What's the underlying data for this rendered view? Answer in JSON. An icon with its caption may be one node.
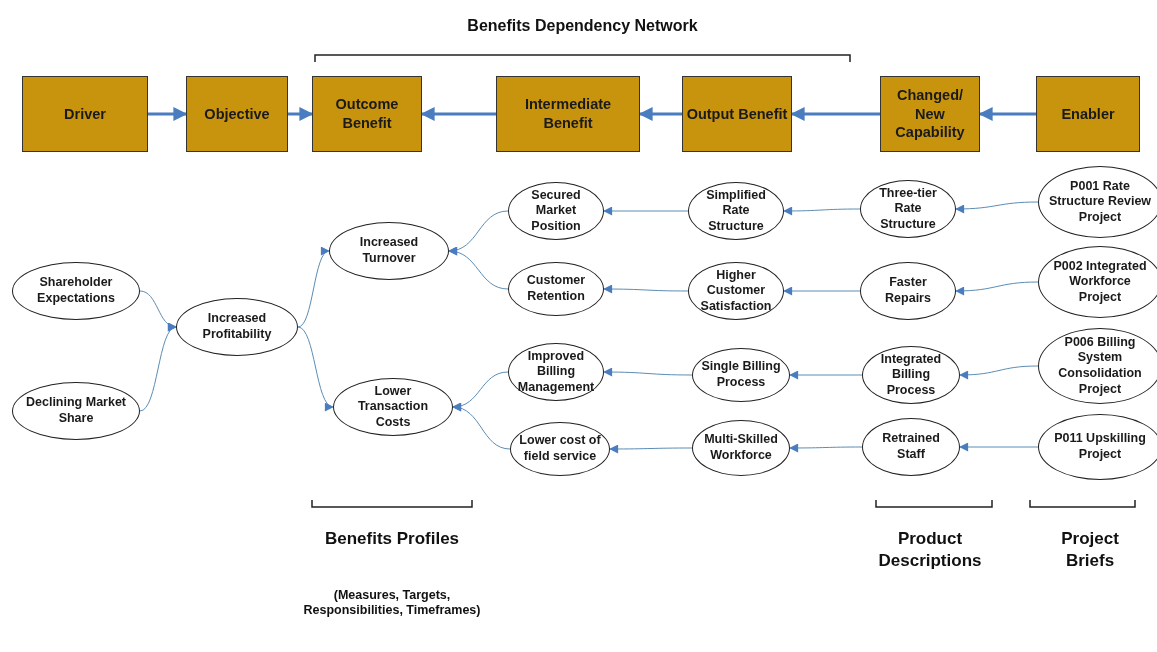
{
  "diagram": {
    "title": "Benefits Dependency Network",
    "nodes": [
      {
        "text": [
          "Driver"
        ]
      },
      {
        "text": [
          "Objective"
        ]
      },
      {
        "text": [
          "Outcome Benefit"
        ]
      },
      {
        "text": [
          "Intermediate Benefit"
        ]
      },
      {
        "text": [
          "Output Benefit"
        ]
      },
      {
        "text": [
          "Changed/ New Capability"
        ]
      },
      {
        "text": [
          "Enabler"
        ]
      },
      {
        "text": [
          "Shareholder Expectations"
        ]
      },
      {
        "text": [
          "Declining Market Share"
        ]
      },
      {
        "text": [
          "Increased Profitability"
        ]
      },
      {
        "text": [
          "Increased Turnover"
        ]
      },
      {
        "text": [
          "Lower Transaction Costs"
        ]
      },
      {
        "text": [
          "Secured Market Position"
        ]
      },
      {
        "text": [
          "Customer Retention"
        ]
      },
      {
        "text": [
          "Improved Billing Management"
        ]
      },
      {
        "text": [
          "Lower cost of field service"
        ]
      },
      {
        "text": [
          "Simplified Rate Structure"
        ]
      },
      {
        "text": [
          "Higher Customer Satisfaction"
        ]
      },
      {
        "text": [
          "Single Billing Process"
        ]
      },
      {
        "text": [
          "Multi-Skilled Workforce"
        ]
      },
      {
        "text": [
          "Three-tier Rate Structure"
        ]
      },
      {
        "text": [
          "Faster Repairs"
        ]
      },
      {
        "text": [
          "Integrated Billing Process"
        ]
      },
      {
        "text": [
          "Retrained Staff"
        ]
      },
      {
        "text": [
          "P001 Rate Structure Review Project"
        ]
      },
      {
        "text": [
          "P002 Integrated Workforce Project"
        ]
      },
      {
        "text": [
          "P006 Billing System Consolidation Project"
        ]
      },
      {
        "text": [
          "P011 Upskilling Project"
        ]
      }
    ],
    "edges": [
      {
        "from": 0,
        "to": 1,
        "arrow": "to",
        "style": "thick"
      },
      {
        "from": 1,
        "to": 2,
        "arrow": "to",
        "style": "thick"
      },
      {
        "from": 3,
        "to": 2,
        "arrow": "to",
        "style": "thick"
      },
      {
        "from": 4,
        "to": 3,
        "arrow": "to",
        "style": "thick"
      },
      {
        "from": 5,
        "to": 4,
        "arrow": "to",
        "style": "thick"
      },
      {
        "from": 6,
        "to": 5,
        "arrow": "to",
        "style": "thick"
      },
      {
        "from": 7,
        "to": 9,
        "arrow": "to"
      },
      {
        "from": 8,
        "to": 9,
        "arrow": "to"
      },
      {
        "from": 9,
        "to": 10,
        "arrow": "to"
      },
      {
        "from": 9,
        "to": 11,
        "arrow": "to"
      },
      {
        "from": 12,
        "to": 10,
        "arrow": "to"
      },
      {
        "from": 13,
        "to": 10,
        "arrow": "to"
      },
      {
        "from": 14,
        "to": 11,
        "arrow": "to"
      },
      {
        "from": 15,
        "to": 11,
        "arrow": "to"
      },
      {
        "from": 16,
        "to": 12,
        "arrow": "to"
      },
      {
        "from": 17,
        "to": 13,
        "arrow": "to"
      },
      {
        "from": 18,
        "to": 14,
        "arrow": "to"
      },
      {
        "from": 19,
        "to": 15,
        "arrow": "to"
      },
      {
        "from": 20,
        "to": 16,
        "arrow": "to"
      },
      {
        "from": 21,
        "to": 17,
        "arrow": "to"
      },
      {
        "from": 22,
        "to": 18,
        "arrow": "to"
      },
      {
        "from": 23,
        "to": 19,
        "arrow": "to"
      },
      {
        "from": 24,
        "to": 20,
        "arrow": "to"
      },
      {
        "from": 25,
        "to": 21,
        "arrow": "to"
      },
      {
        "from": 26,
        "to": 22,
        "arrow": "to"
      },
      {
        "from": 27,
        "to": 23,
        "arrow": "to"
      }
    ],
    "labels": [
      "Benefits Profiles",
      "(Measures, Targets, Responsibilities, Timeframes)",
      "Product Descriptions",
      "Project Briefs"
    ]
  }
}
